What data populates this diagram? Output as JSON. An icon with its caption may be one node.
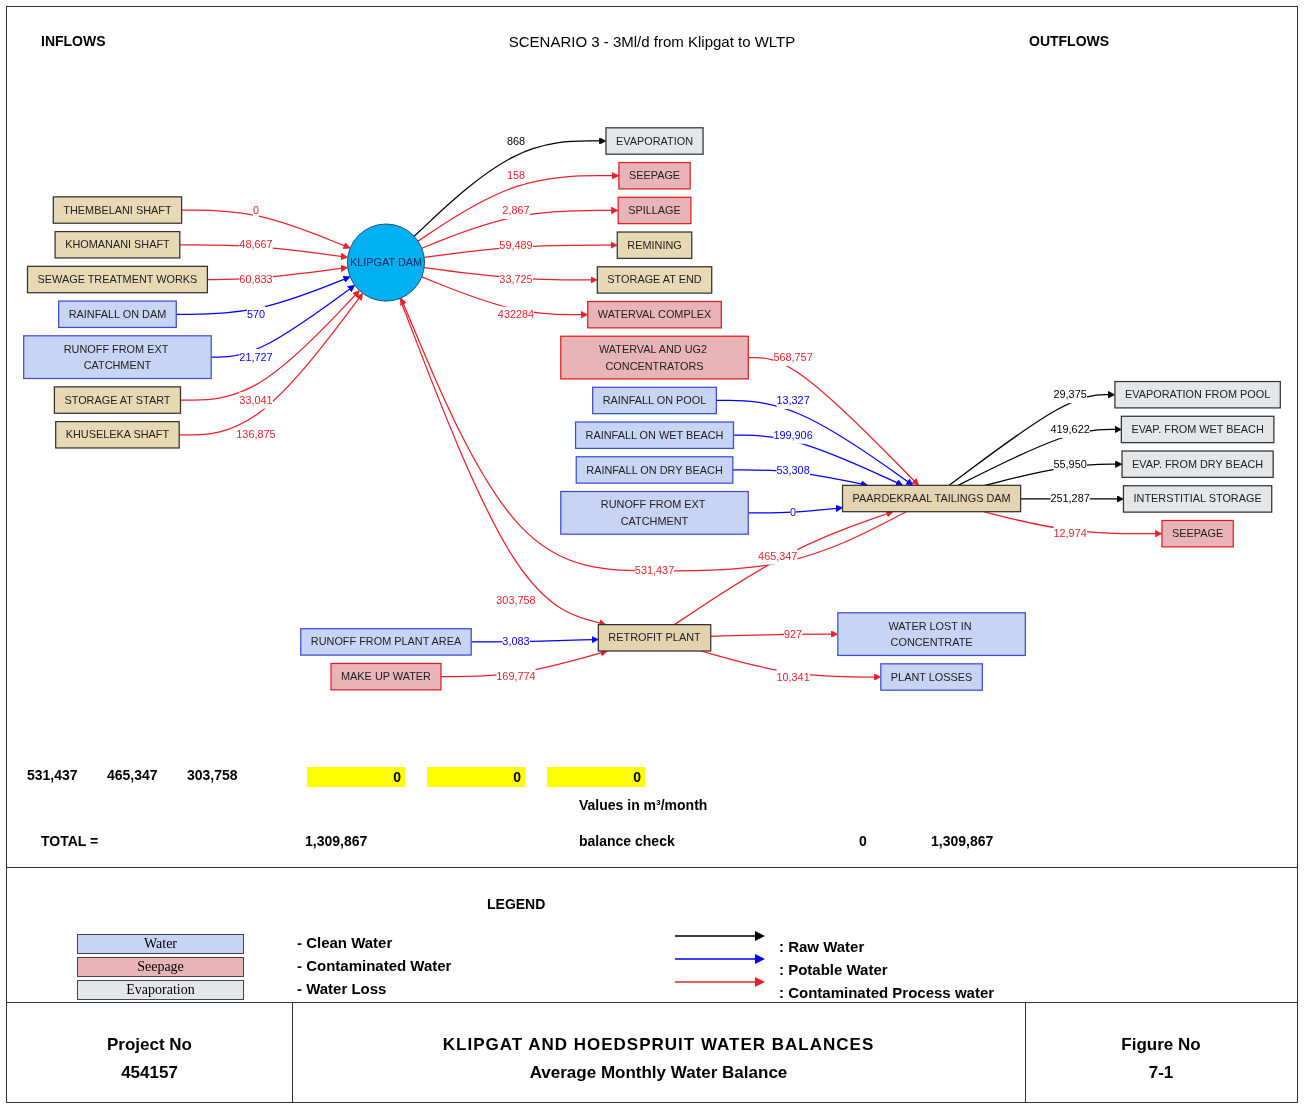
{
  "diagram": {
    "title": "SCENARIO 3 - 3Ml/d from Klipgat to WLTP",
    "nodes": [
      {
        "text": [
          "THEMBELANI SHAFT"
        ]
      },
      {
        "text": [
          "KHOMANANI SHAFT"
        ]
      },
      {
        "text": [
          "SEWAGE TREATMENT WORKS"
        ]
      },
      {
        "text": [
          "RAINFALL ON DAM"
        ]
      },
      {
        "text": [
          "RUNOFF FROM EXT CATCHMENT"
        ]
      },
      {
        "text": [
          "STORAGE AT START"
        ]
      },
      {
        "text": [
          "KHUSELEKA SHAFT"
        ]
      },
      {
        "text": [
          "KLIPGAT DAM"
        ]
      },
      {
        "text": [
          "EVAPORATION"
        ]
      },
      {
        "text": [
          "SEEPAGE"
        ]
      },
      {
        "text": [
          "SPILLAGE"
        ]
      },
      {
        "text": [
          "REMINING"
        ]
      },
      {
        "text": [
          "STORAGE AT END"
        ]
      },
      {
        "text": [
          "WATERVAL COMPLEX"
        ]
      },
      {
        "text": [
          "WATERVAL AND UG2 CONCENTRATORS"
        ]
      },
      {
        "text": [
          "RAINFALL ON POOL"
        ]
      },
      {
        "text": [
          "RAINFALL ON WET BEACH"
        ]
      },
      {
        "text": [
          "RAINFALL ON DRY BEACH"
        ]
      },
      {
        "text": [
          "RUNOFF FROM EXT CATCHMENT"
        ]
      },
      {
        "text": [
          "PAARDEKRAAL TAILINGS DAM"
        ]
      },
      {
        "text": [
          "EVAPORATION FROM POOL"
        ]
      },
      {
        "text": [
          "EVAP. FROM WET BEACH"
        ]
      },
      {
        "text": [
          "EVAP. FROM DRY BEACH"
        ]
      },
      {
        "text": [
          "INTERSTITIAL STORAGE"
        ]
      },
      {
        "text": [
          "SEEPAGE"
        ]
      },
      {
        "text": [
          "RUNOFF FROM PLANT AREA"
        ]
      },
      {
        "text": [
          "MAKE UP WATER"
        ]
      },
      {
        "text": [
          "RETROFIT PLANT"
        ]
      },
      {
        "text": [
          "WATER LOST IN CONCENTRATE"
        ]
      },
      {
        "text": [
          "PLANT LOSSES"
        ]
      }
    ],
    "edges": [
      {
        "from": 0,
        "to": 7,
        "arrow": "to",
        "label": "0"
      },
      {
        "from": 1,
        "to": 7,
        "arrow": "to",
        "label": "48,667"
      },
      {
        "from": 2,
        "to": 7,
        "arrow": "to",
        "label": "60,833"
      },
      {
        "from": 3,
        "to": 7,
        "arrow": "to",
        "label": "570",
        "color": "#0000ff"
      },
      {
        "from": 4,
        "to": 7,
        "arrow": "to",
        "label": "21,727",
        "color": "#0000ff"
      },
      {
        "from": 5,
        "to": 7,
        "arrow": "to",
        "label": "33,041"
      },
      {
        "from": 6,
        "to": 7,
        "arrow": "to",
        "label": "136,875"
      },
      {
        "from": 7,
        "to": 8,
        "arrow": "to",
        "label": "868",
        "color": "#000000"
      },
      {
        "from": 7,
        "to": 9,
        "arrow": "to",
        "label": "158"
      },
      {
        "from": 7,
        "to": 10,
        "arrow": "to",
        "label": "2,867"
      },
      {
        "from": 7,
        "to": 11,
        "arrow": "to",
        "label": "59,489"
      },
      {
        "from": 7,
        "to": 12,
        "arrow": "to",
        "label": "33,725"
      },
      {
        "from": 7,
        "to": 13,
        "arrow": "to",
        "label": "432284"
      },
      {
        "from": 19,
        "to": 7,
        "arrow": "to",
        "label": "531,437"
      },
      {
        "from": 7,
        "to": 27,
        "arrow": "to",
        "label": "303,758"
      },
      {
        "from": 14,
        "to": 19,
        "arrow": "to",
        "label": "568,757"
      },
      {
        "from": 15,
        "to": 19,
        "arrow": "to",
        "label": "13,327",
        "color": "#0000ff"
      },
      {
        "from": 16,
        "to": 19,
        "arrow": "to",
        "label": "199,906",
        "color": "#0000ff"
      },
      {
        "from": 17,
        "to": 19,
        "arrow": "to",
        "label": "53,308",
        "color": "#0000ff"
      },
      {
        "from": 18,
        "to": 19,
        "arrow": "to",
        "label": "0",
        "color": "#0000ff"
      },
      {
        "from": 27,
        "to": 19,
        "arrow": "to",
        "label": "465,347"
      },
      {
        "from": 19,
        "to": 20,
        "arrow": "to",
        "label": "29,375",
        "color": "#000000"
      },
      {
        "from": 19,
        "to": 21,
        "arrow": "to",
        "label": "419,622",
        "color": "#000000"
      },
      {
        "from": 19,
        "to": 22,
        "arrow": "to",
        "label": "55,950",
        "color": "#000000"
      },
      {
        "from": 19,
        "to": 23,
        "arrow": "to",
        "label": "251,287",
        "color": "#000000"
      },
      {
        "from": 19,
        "to": 24,
        "arrow": "to",
        "label": "12,974"
      },
      {
        "from": 25,
        "to": 27,
        "arrow": "to",
        "label": "3,083",
        "color": "#0000ff"
      },
      {
        "from": 26,
        "to": 27,
        "arrow": "to",
        "label": "169,774"
      },
      {
        "from": 27,
        "to": 28,
        "arrow": "to",
        "label": "927"
      },
      {
        "from": 27,
        "to": 29,
        "arrow": "to",
        "label": "10,341"
      }
    ],
    "labels": [
      "INFLOWS",
      "OUTFLOWS",
      "531,437",
      "465,347",
      "303,758",
      "0",
      "0",
      "0",
      "Values in m³/month",
      "TOTAL =",
      "1,309,867",
      "balance check",
      "0",
      "1,309,867",
      "LEGEND",
      "Water",
      "Seepage",
      "Evaporation",
      "Project No",
      "454157",
      "KLIPGAT AND HOEDSPRUIT WATER BALANCES",
      "Average Monthly Water Balance",
      "Figure No",
      "7-1"
    ],
    "legend": [
      {
        "text": "- Clean Water",
        "color": "#c8d4f4"
      },
      {
        "text": "- Contaminated Water",
        "color": "#e8b4b8"
      },
      {
        "text": "- Water Loss",
        "color": "#e4e6e8"
      },
      {
        "text": ": Raw Water"
      },
      {
        "text": ": Potable Water"
      },
      {
        "text": ": Contaminated Process water"
      }
    ]
  }
}
